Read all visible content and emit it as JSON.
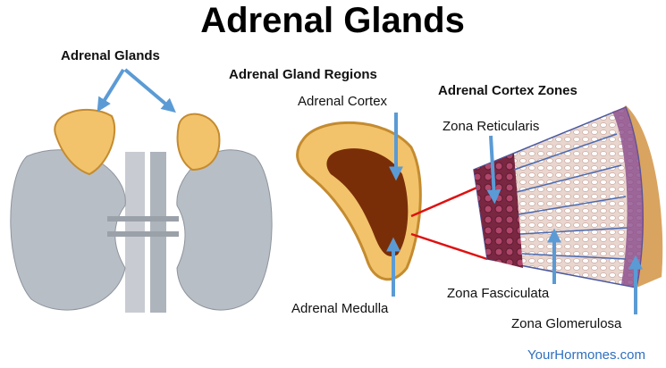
{
  "title": "Adrenal Glands",
  "labels": {
    "adrenal_glands": "Adrenal Glands",
    "regions_heading": "Adrenal Gland Regions",
    "adrenal_cortex": "Adrenal Cortex",
    "adrenal_medulla": "Adrenal Medulla",
    "zones_heading": "Adrenal Cortex Zones",
    "zona_reticularis": "Zona Reticularis",
    "zona_fasciculata": "Zona Fasciculata",
    "zona_glomerulosa": "Zona Glomerulosa"
  },
  "brand": "YourHormones.com",
  "colors": {
    "arrow": "#5b9bd5",
    "gland": "#f2c36b",
    "medulla": "#7a2e08",
    "kidney": "#b8bec6",
    "brand": "#2f6fc0"
  }
}
